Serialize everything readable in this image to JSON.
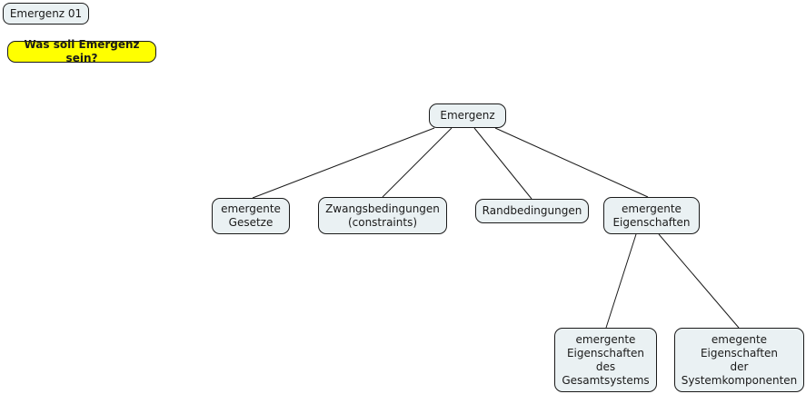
{
  "page": {
    "title": "Emergenz 01",
    "background_color": "#ffffff",
    "node_fill_color": "#eaf1f3",
    "node_border_color": "#1a1a1a",
    "highlight_fill_color": "#ffff00",
    "text_color": "#1a1a1a"
  },
  "header": {
    "title_label": "Emergenz 01",
    "question_label": "Was soll Emergenz sein?"
  },
  "diagram": {
    "type": "tree",
    "root": {
      "id": "emergenz",
      "label": "Emergenz"
    },
    "level_two": [
      {
        "id": "emergente-gesetze",
        "label": "emergente\nGesetze"
      },
      {
        "id": "zwangsbedingungen",
        "label": "Zwangsbedingungen\n(constraints)"
      },
      {
        "id": "randbedingungen",
        "label": "Randbedingungen"
      },
      {
        "id": "emergente-eigenschaften",
        "label": "emergente\nEigenschaften"
      }
    ],
    "level_three": [
      {
        "id": "eigenschaften-gesamtsystem",
        "label": "emergente\nEigenschaften\ndes\nGesamtsystems"
      },
      {
        "id": "eigenschaften-systemkomponenten",
        "label": "emegente\nEigenschaften\nder\nSystemkomponenten"
      }
    ],
    "edges": [
      {
        "from": "emergenz",
        "to": "emergente-gesetze"
      },
      {
        "from": "emergenz",
        "to": "zwangsbedingungen"
      },
      {
        "from": "emergenz",
        "to": "randbedingungen"
      },
      {
        "from": "emergenz",
        "to": "emergente-eigenschaften"
      },
      {
        "from": "emergente-eigenschaften",
        "to": "eigenschaften-gesamtsystem"
      },
      {
        "from": "emergente-eigenschaften",
        "to": "eigenschaften-systemkomponenten"
      }
    ]
  }
}
